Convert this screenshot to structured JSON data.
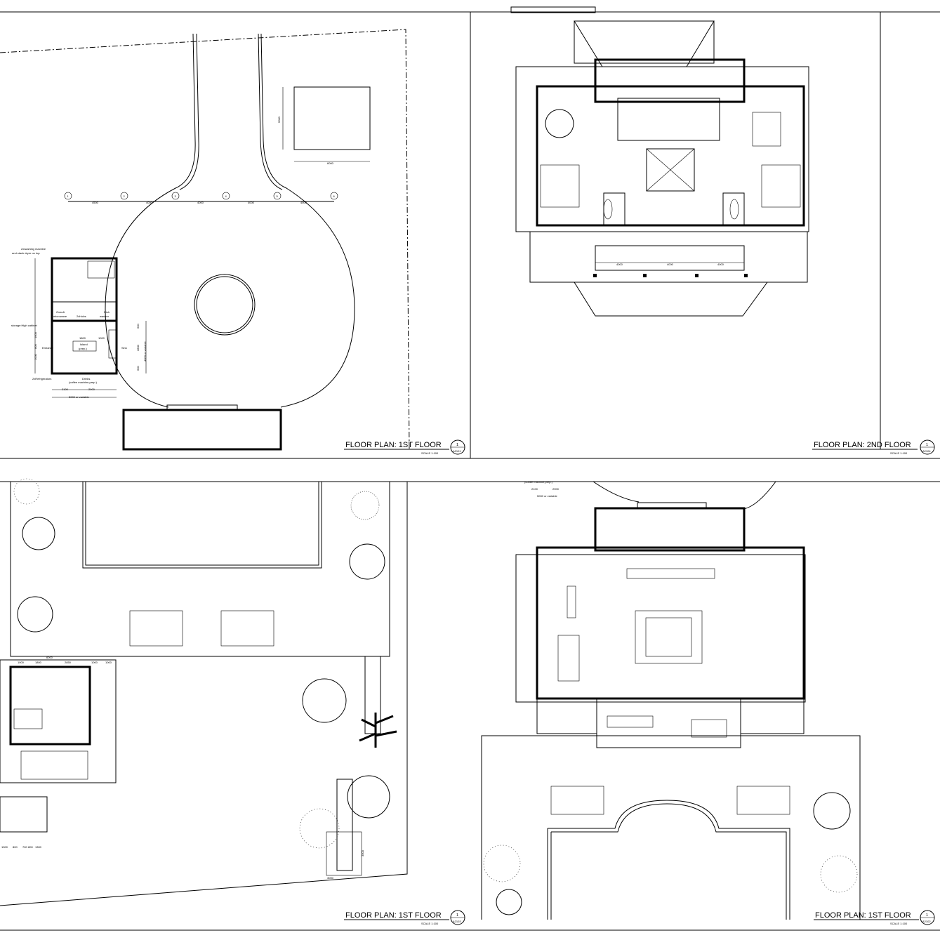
{
  "sheets": [
    {
      "title": "FLOOR PLAN: 1ST FLOOR",
      "number": "1",
      "sheet": "A2101",
      "scale": "SCALE 1:100"
    },
    {
      "title": "FLOOR PLAN: 2ND FLOOR",
      "number": "1",
      "sheet": "A2104",
      "scale": "SCALE 1:100"
    },
    {
      "title": "FLOOR PLAN: 1ST FLOOR",
      "number": "1",
      "sheet": "A2103",
      "scale": "SCALE 1:100"
    },
    {
      "title": "FLOOR PLAN: 1ST FLOOR",
      "number": "1",
      "sheet": "A2102",
      "scale": "SCALE 1:100"
    }
  ],
  "grid": {
    "axes": [
      "1",
      "2",
      "3",
      "4",
      "5",
      "6"
    ],
    "spans": [
      "4500",
      "4000",
      "4000",
      "4000",
      "4500"
    ]
  },
  "pool": {
    "width": "6000",
    "height": "5000"
  },
  "kitchen": {
    "labels": {
      "washer": "2xwashing machine",
      "washer2": "and stack dryer on top",
      "oven": "Oven&",
      "oven2": "microwave",
      "hobs": "2xHobs",
      "dish": "Dish",
      "dish2": "washer",
      "storage": "storage:High cabinet",
      "entrance": "Entrance",
      "island": "Island",
      "island2": "(prep.)",
      "sink": "Sink",
      "fridge": "2xRefrigerators",
      "drinks": "Drinks",
      "drinks2": "(coffee machine,prep.)"
    },
    "dims": {
      "d1800": "1800",
      "d1000": "1000",
      "d2100": "2100",
      "d2900": "2900",
      "total": "5000 or variable",
      "side": "4000 or variable",
      "v1000a": "1000",
      "v800": "800",
      "v1000b": "1000",
      "r600a": "600",
      "r2800": "2800",
      "r600b": "600"
    }
  },
  "second_floor": {
    "spans": [
      "4000",
      "4000",
      "4000"
    ]
  },
  "bottom_left": {
    "dims": [
      "1000",
      "1800",
      "2850",
      "1000",
      "6000",
      "1000",
      "3000",
      "3000",
      "1300",
      "800",
      "700",
      "800",
      "1300"
    ]
  },
  "bottom_right": {
    "dims": [
      "2100",
      "2900",
      "5000 or variable"
    ],
    "partial": "(coffee machine,prep.)"
  }
}
